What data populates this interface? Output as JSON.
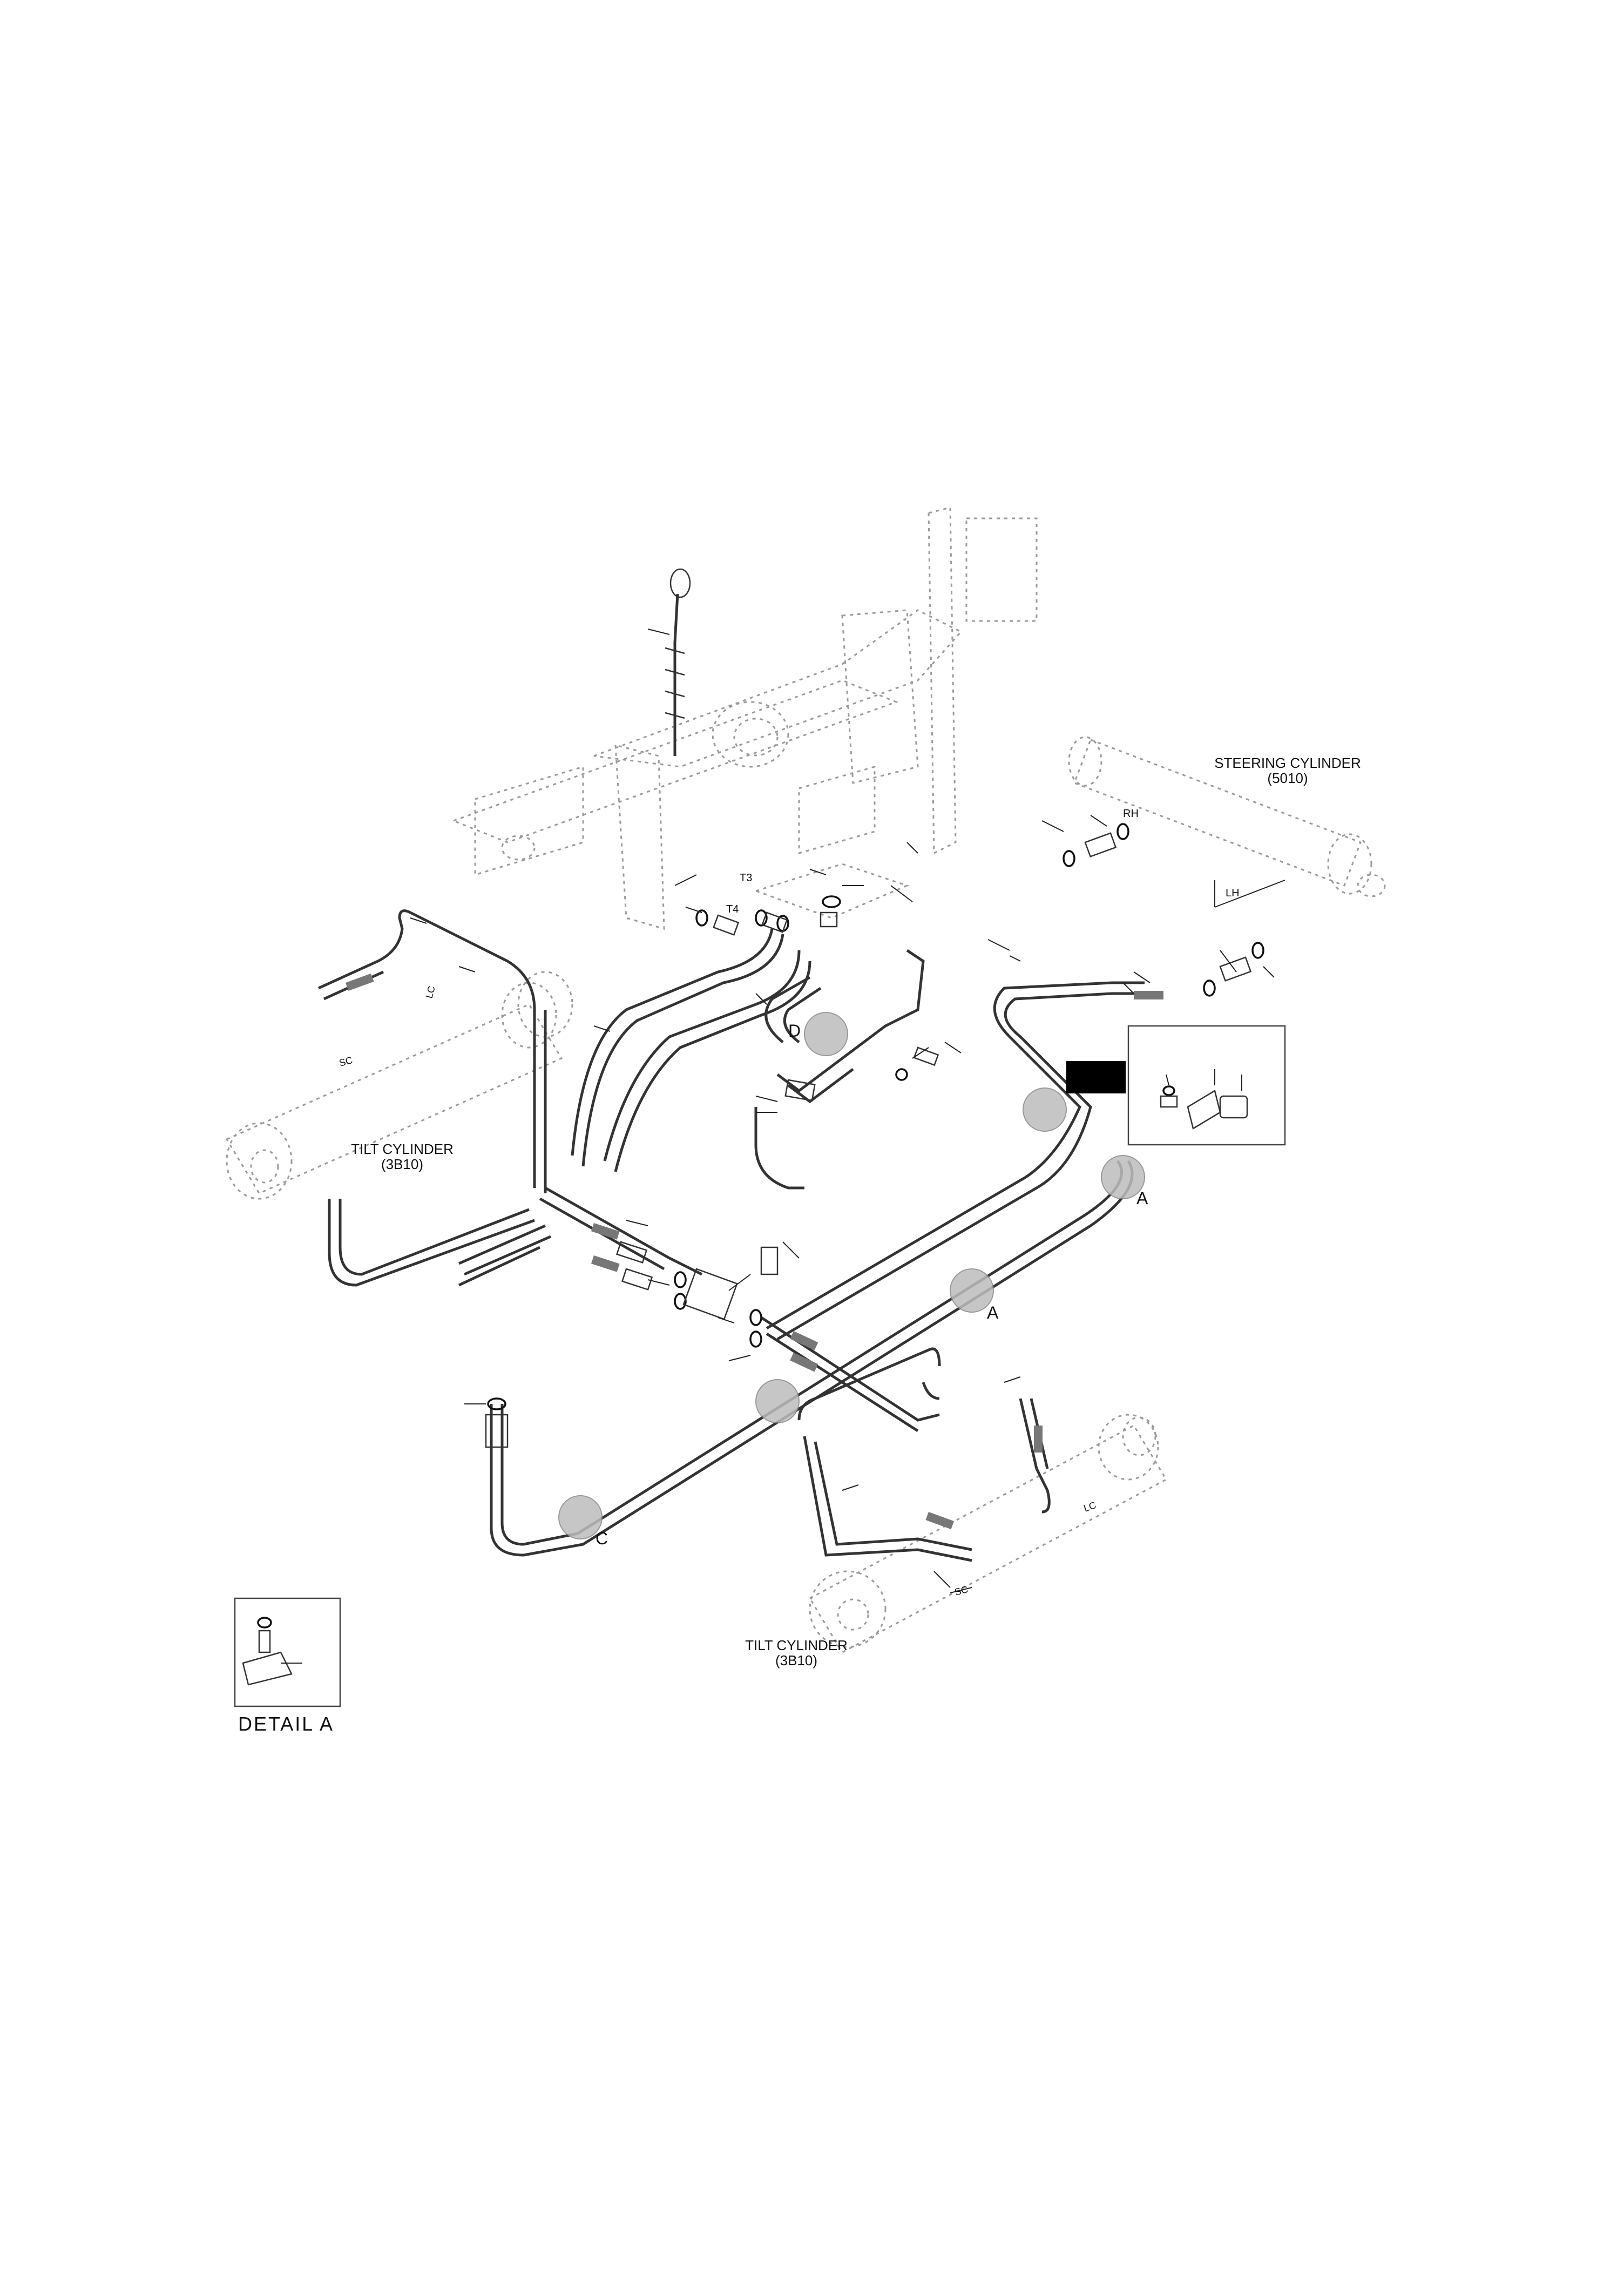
{
  "labels": {
    "steering_cylinder": "STEERING CYLINDER",
    "steering_cylinder_code": "(5010)",
    "tilt_cylinder_left": "TILT CYLINDER",
    "tilt_cylinder_left_code": "(3B10)",
    "tilt_cylinder_bottom": "TILT CYLINDER",
    "tilt_cylinder_bottom_code": "(3B10)",
    "rh": "RH",
    "lh": "LH",
    "t3": "T3",
    "t4": "T4",
    "lc_left": "LC",
    "sc_left": "SC",
    "lc_right": "LC",
    "sc_bottom": "SC",
    "callout_d": "D",
    "callout_a1": "A",
    "callout_a2": "A",
    "callout_c": "C",
    "detail_a": "DETAIL A"
  },
  "colors": {
    "line": "#333333",
    "ghost": "#9a9a9a",
    "marker": "#bdbdbd",
    "redaction": "#000000"
  }
}
